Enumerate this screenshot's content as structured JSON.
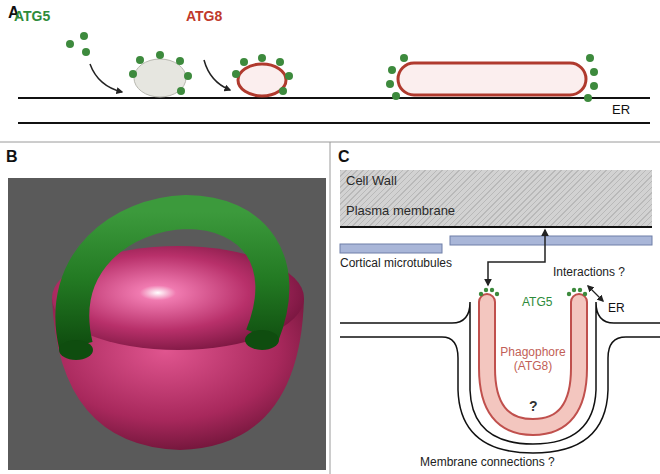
{
  "diagram": {
    "nodes": [
      {
        "text": [
          "Cell Wall",
          "Plasma membrane"
        ]
      },
      {
        "text": [
          "Phagophore (ATG8)"
        ]
      }
    ],
    "edges": [
      {
        "from": 0,
        "to": 1,
        "arrow": "both",
        "label": "Interactions ?"
      }
    ],
    "labels": [
      "A",
      "ATG5",
      "ATG8",
      "ER",
      "B",
      "C",
      "Cortical microtubules",
      "ATG5",
      "ER",
      "?",
      "Membrane connections ?"
    ]
  }
}
